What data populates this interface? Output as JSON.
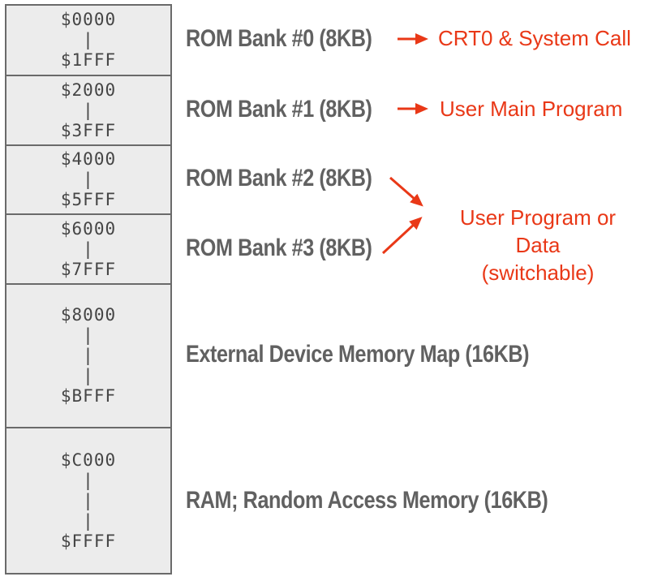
{
  "colors": {
    "accent_red": "#e93817",
    "label_gray": "#616161",
    "address_gray": "#454545",
    "block_fill": "#ececec",
    "block_border": "#6a6a6a"
  },
  "memory_map": {
    "blocks": [
      {
        "start": "$0000",
        "seps": [
          "|"
        ],
        "end": "$1FFF"
      },
      {
        "start": "$2000",
        "seps": [
          "|"
        ],
        "end": "$3FFF"
      },
      {
        "start": "$4000",
        "seps": [
          "|"
        ],
        "end": "$5FFF"
      },
      {
        "start": "$6000",
        "seps": [
          "|",
          "|",
          "|"
        ],
        "end": "$7FFF"
      },
      {
        "start": "$8000",
        "seps": [
          "|",
          "|",
          "|"
        ],
        "end": "$BFFF"
      },
      {
        "start": "$C000",
        "seps": [
          "|",
          "|",
          "|"
        ],
        "end": "$FFFF"
      }
    ],
    "bank_labels": [
      "ROM Bank #0 (8KB)",
      "ROM Bank #1 (8KB)",
      "ROM Bank #2 (8KB)",
      "ROM Bank #3 (8KB)",
      "External Device Memory Map (16KB)",
      "RAM; Random Access Memory (16KB)"
    ],
    "annotations": {
      "rom0": "CRT0 & System Call",
      "rom1": "User Main Program",
      "rom23_line1": "User Program or Data",
      "rom23_line2": "(switchable)"
    }
  }
}
